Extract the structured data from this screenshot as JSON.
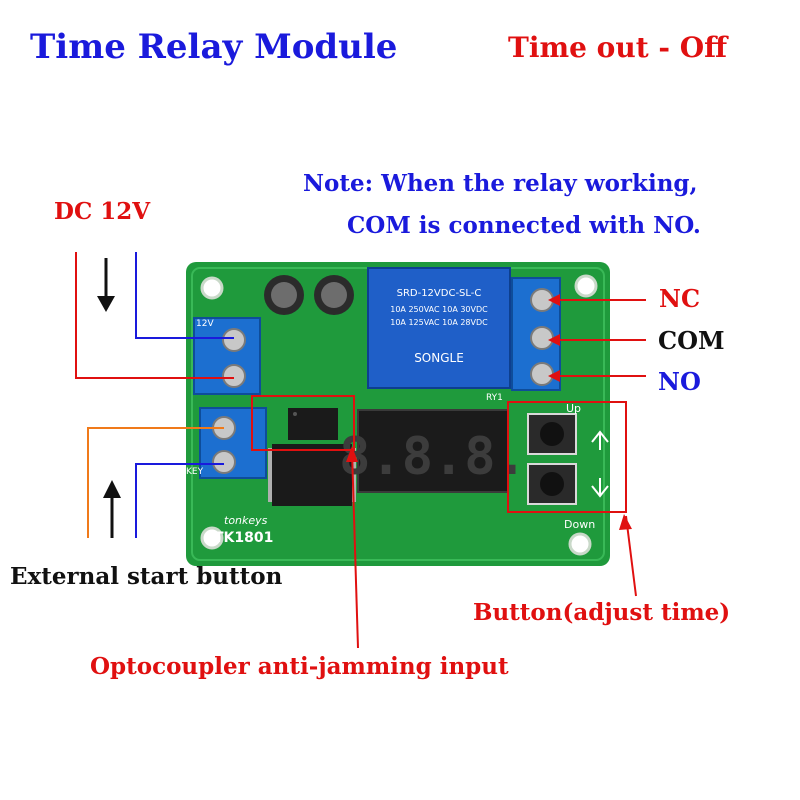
{
  "title": "Time Relay Module",
  "mode": "Time out - Off",
  "note": {
    "line1": "Note: When the relay working,",
    "line2": "COM is connected with NO."
  },
  "labels": {
    "power": "DC 12V",
    "nc": "NC",
    "com": "COM",
    "no": "NO",
    "external_start": "External start button",
    "adjust_buttons": "Button(adjust time)",
    "optocoupler": "Optocoupler anti-jamming input"
  },
  "board": {
    "model": "TK1801",
    "brand": "tonkeys",
    "relay_line1": "SRD-12VDC-SL-C",
    "relay_line2": "10A 250VAC  10A 30VDC",
    "relay_line3": "10A 125VAC  10A 28VDC",
    "relay_brand": "SONGLE",
    "up": "Up",
    "down": "Down",
    "silk_12v": "12V",
    "silk_key": "KEY",
    "silk_ry1": "RY1",
    "display": "8.8.8."
  },
  "colors": {
    "title": "#1a1adc",
    "accent_red": "#e01010",
    "pcb_green": "#1f9a3c",
    "terminal_blue": "#1c6fd0",
    "relay_blue": "#1f5fc8",
    "wire_orange": "#f07a1a"
  }
}
